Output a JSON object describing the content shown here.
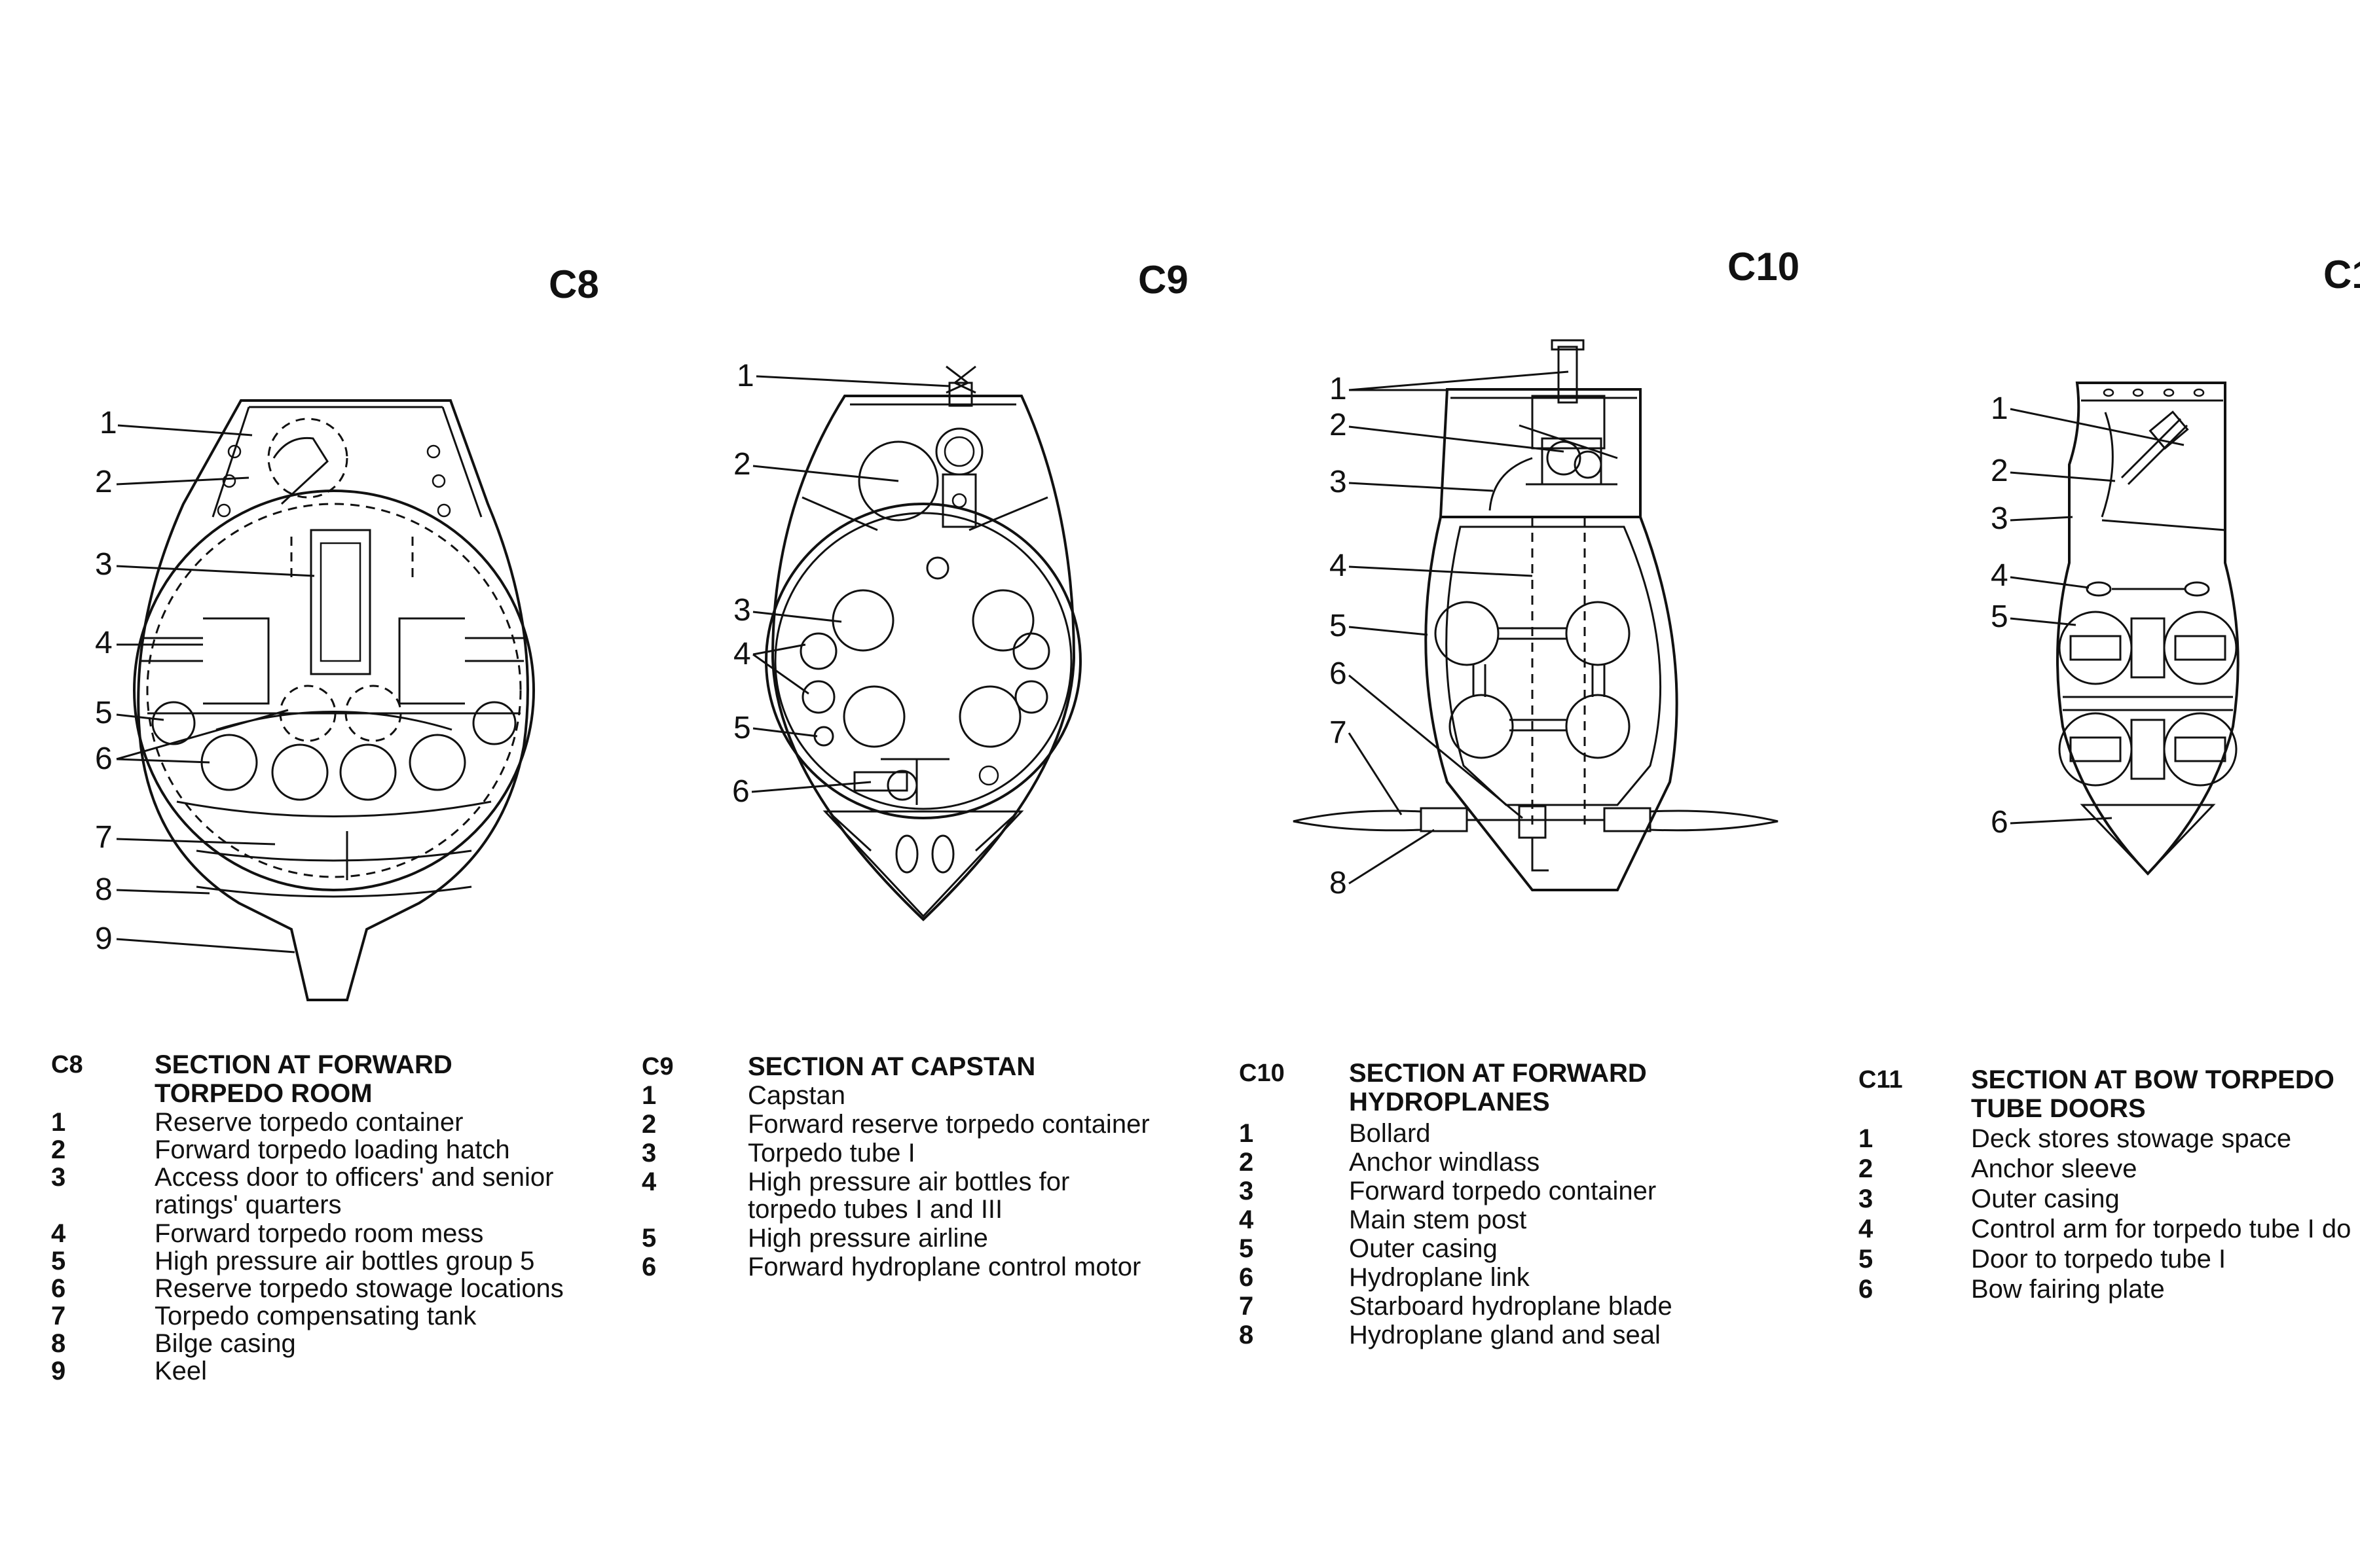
{
  "sections": [
    {
      "code": "C8",
      "title": "SECTION AT FORWARD TORPEDO ROOM",
      "title_lines": [
        "SECTION AT FORWARD",
        "TORPEDO ROOM"
      ],
      "items": [
        {
          "num": "1",
          "label": "Reserve torpedo container"
        },
        {
          "num": "2",
          "label": "Forward torpedo loading hatch"
        },
        {
          "num": "3",
          "label": "Access door to officers' and senior"
        },
        {
          "num": "",
          "label": "ratings' quarters"
        },
        {
          "num": "4",
          "label": "Forward torpedo room mess"
        },
        {
          "num": "5",
          "label": "High pressure air bottles group 5"
        },
        {
          "num": "6",
          "label": "Reserve torpedo stowage locations"
        },
        {
          "num": "7",
          "label": "Torpedo compensating tank"
        },
        {
          "num": "8",
          "label": "Bilge casing"
        },
        {
          "num": "9",
          "label": "Keel"
        }
      ]
    },
    {
      "code": "C9",
      "title": "SECTION AT CAPSTAN",
      "title_lines": [
        "SECTION AT CAPSTAN"
      ],
      "items": [
        {
          "num": "1",
          "label": "Capstan"
        },
        {
          "num": "2",
          "label": "Forward reserve torpedo container"
        },
        {
          "num": "3",
          "label": "Torpedo tube I"
        },
        {
          "num": "4",
          "label": "High pressure air bottles for"
        },
        {
          "num": "",
          "label": "torpedo tubes I and III"
        },
        {
          "num": "5",
          "label": "High pressure airline"
        },
        {
          "num": "6",
          "label": "Forward hydroplane control motor"
        }
      ]
    },
    {
      "code": "C10",
      "title": "SECTION AT FORWARD HYDROPLANES",
      "title_lines": [
        "SECTION AT FORWARD",
        "HYDROPLANES"
      ],
      "items": [
        {
          "num": "1",
          "label": "Bollard"
        },
        {
          "num": "2",
          "label": "Anchor windlass"
        },
        {
          "num": "3",
          "label": "Forward torpedo container"
        },
        {
          "num": "4",
          "label": "Main stem post"
        },
        {
          "num": "5",
          "label": "Outer casing"
        },
        {
          "num": "6",
          "label": "Hydroplane link"
        },
        {
          "num": "7",
          "label": "Starboard hydroplane blade"
        },
        {
          "num": "8",
          "label": "Hydroplane gland and seal"
        }
      ]
    },
    {
      "code": "C11",
      "title": "SECTION AT BOW TORPEDO TUBE DOORS",
      "title_lines": [
        "SECTION AT BOW TORPEDO",
        "TUBE DOORS"
      ],
      "items": [
        {
          "num": "1",
          "label": "Deck stores stowage space"
        },
        {
          "num": "2",
          "label": "Anchor sleeve"
        },
        {
          "num": "3",
          "label": "Outer casing"
        },
        {
          "num": "4",
          "label": "Control arm for torpedo tube I do"
        },
        {
          "num": "5",
          "label": "Door to torpedo tube I"
        },
        {
          "num": "6",
          "label": "Bow fairing plate"
        }
      ]
    }
  ],
  "diagram_titles": {
    "c8": "C8",
    "c9": "C9",
    "c10": "C10",
    "c11": "C1"
  },
  "callouts": {
    "c8": [
      "1",
      "2",
      "3",
      "4",
      "5",
      "6",
      "7",
      "8",
      "9"
    ],
    "c9": [
      "1",
      "2",
      "3",
      "4",
      "5",
      "6"
    ],
    "c10": [
      "1",
      "2",
      "3",
      "4",
      "5",
      "6",
      "7",
      "8"
    ],
    "c11": [
      "1",
      "2",
      "3",
      "4",
      "5",
      "6"
    ]
  }
}
